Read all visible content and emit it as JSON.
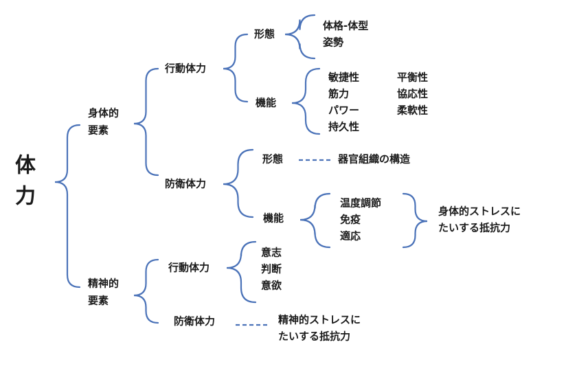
{
  "root": {
    "line1": "体",
    "line2": "力"
  },
  "physical": {
    "label_line1": "身体的",
    "label_line2": "要素",
    "action": {
      "label": "行動体力",
      "form": {
        "label": "形態",
        "items": [
          "体格-体型",
          "姿勢"
        ]
      },
      "function": {
        "label": "機能",
        "items_col1": [
          "敏捷性",
          "筋力",
          "パワー",
          "持久性"
        ],
        "items_col2": [
          "平衡性",
          "協応性",
          "柔軟性"
        ]
      }
    },
    "defense": {
      "label": "防衛体力",
      "form": {
        "label": "形態",
        "item": "器官組織の構造"
      },
      "function": {
        "label": "機能",
        "items": [
          "温度調節",
          "免疫",
          "適応"
        ],
        "summary_line1": "身体的ストレスに",
        "summary_line2": "たいする抵抗力"
      }
    }
  },
  "mental": {
    "label_line1": "精神的",
    "label_line2": "要素",
    "action": {
      "label": "行動体力",
      "items": [
        "意志",
        "判断",
        "意欲"
      ]
    },
    "defense": {
      "label": "防衛体力",
      "summary_line1": "精神的ストレスに",
      "summary_line2": "たいする抵抗力"
    }
  },
  "colors": {
    "brace": "#4a72b8",
    "text": "#1a1a1a"
  }
}
